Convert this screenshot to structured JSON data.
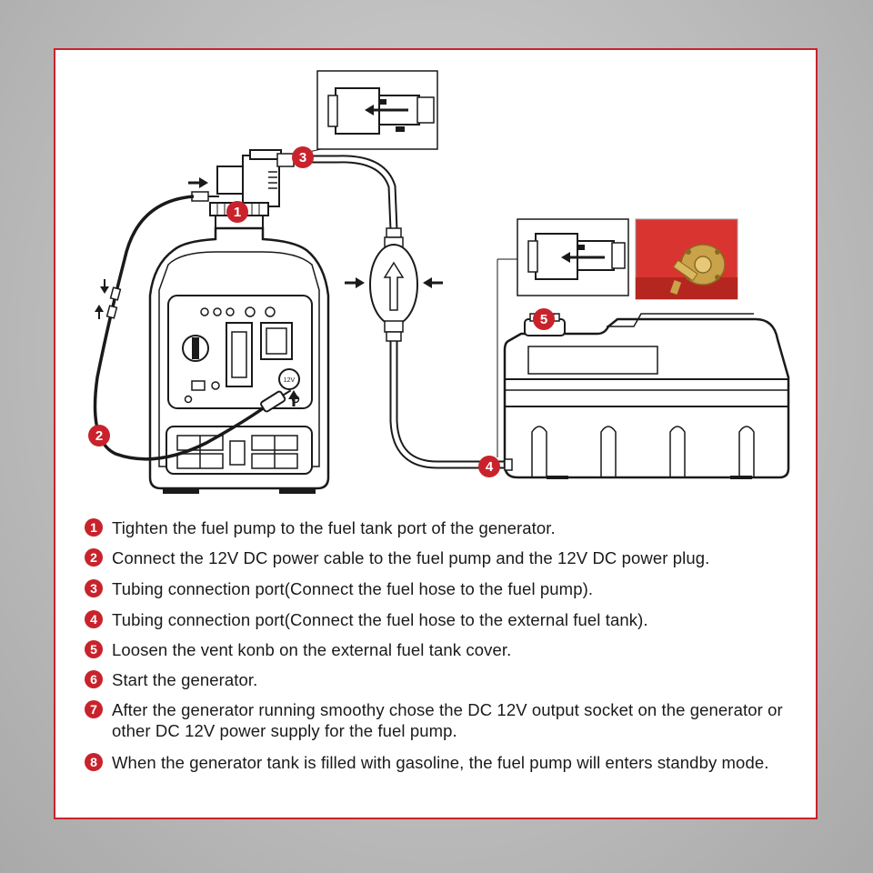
{
  "diagram": {
    "badges": [
      "1",
      "2",
      "3",
      "4",
      "5"
    ],
    "socket_label": "12V"
  },
  "steps": [
    {
      "num": "1",
      "text": "Tighten the fuel pump to the fuel tank port of the generator."
    },
    {
      "num": "2",
      "text": "Connect the 12V DC power cable to the fuel pump and the 12V DC power plug."
    },
    {
      "num": "3",
      "text": "Tubing connection port(Connect the fuel hose to the fuel pump)."
    },
    {
      "num": "4",
      "text": "Tubing connection port(Connect the fuel hose to the external fuel tank)."
    },
    {
      "num": "5",
      "text": "Loosen the vent konb on the external fuel tank cover."
    },
    {
      "num": "6",
      "text": "Start the generator."
    },
    {
      "num": "7",
      "text": "After the generator running smoothy chose the DC 12V output socket on the generator or other DC 12V power supply for the fuel pump."
    },
    {
      "num": "8",
      "text": "When the generator tank is filled with gasoline, the fuel pump will enters standby mode."
    }
  ],
  "colors": {
    "accent": "#c8232c",
    "line": "#1a1a1a",
    "photo_bg": "#d9342f",
    "brass": "#c9a24a"
  }
}
